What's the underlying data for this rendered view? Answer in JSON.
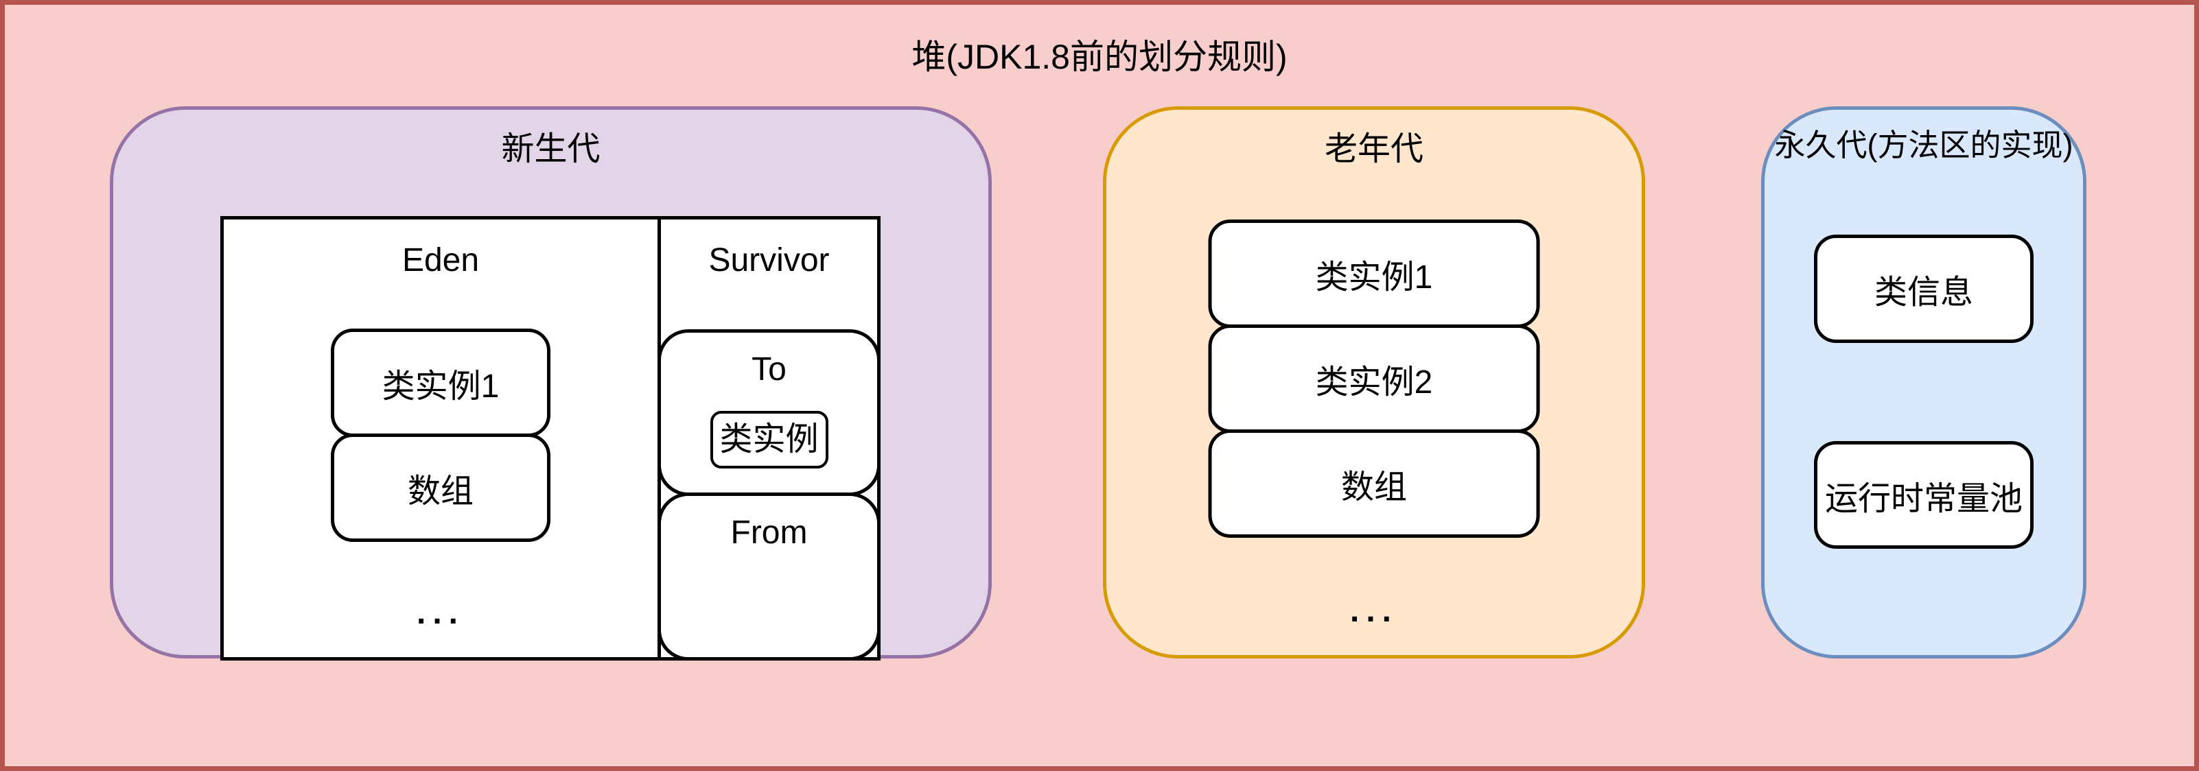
{
  "title": "堆(JDK1.8前的划分规则)",
  "colors": {
    "canvas_bg": "#F8CECC",
    "canvas_border": "#B85450",
    "young_bg": "#E1D5E7",
    "young_border": "#9673A6",
    "old_bg": "#FFE6CC",
    "old_border": "#D79B00",
    "perm_bg": "#DAE8FC",
    "perm_border": "#6C8EBF",
    "box_bg": "#FFFFFF",
    "ink": "#000000"
  },
  "young": {
    "label": "新生代",
    "eden": {
      "label": "Eden",
      "items": [
        "类实例1",
        "数组"
      ],
      "more": "..."
    },
    "survivor": {
      "label": "Survivor",
      "to": {
        "label": "To",
        "item": "类实例"
      },
      "from": {
        "label": "From"
      }
    }
  },
  "old": {
    "label": "老年代",
    "items": [
      "类实例1",
      "类实例2",
      "数组"
    ],
    "more": "..."
  },
  "perm": {
    "label": "永久代(方法区的实现)",
    "items": [
      "类信息",
      "运行时常量池"
    ]
  }
}
